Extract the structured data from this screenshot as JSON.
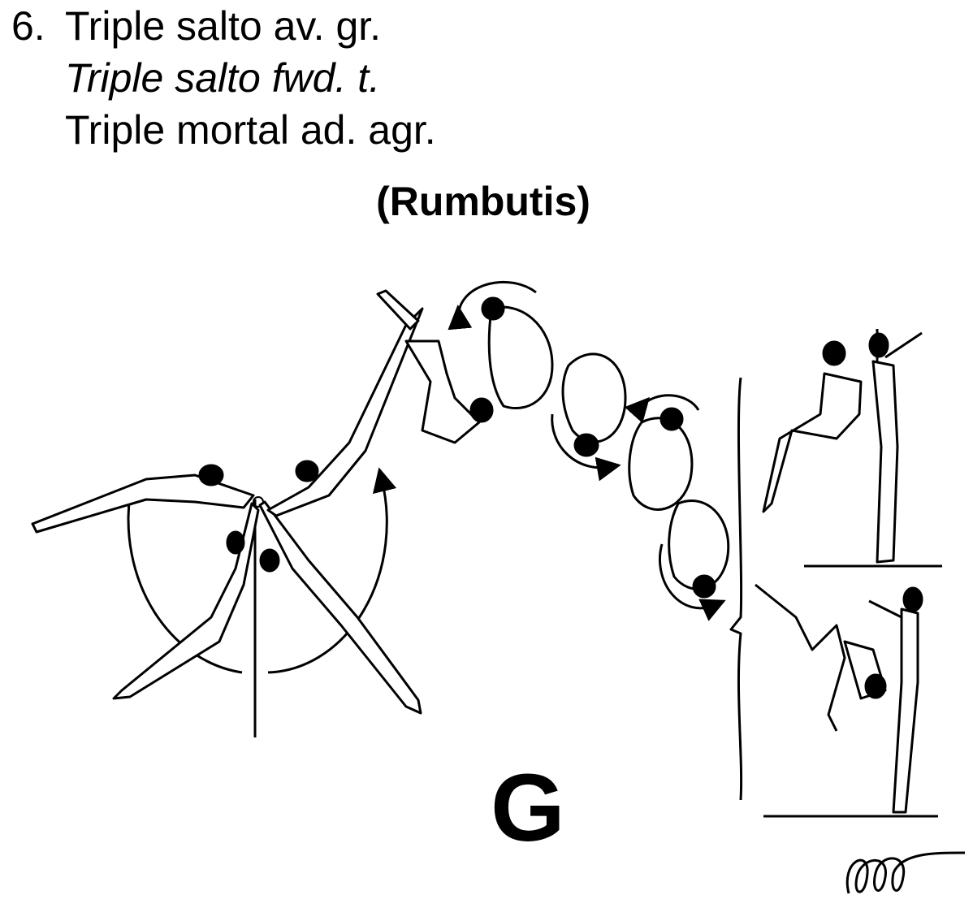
{
  "element": {
    "number": "6.",
    "name_fr": "Triple salto av. gr.",
    "name_en": "Triple salto fwd. t.",
    "name_es": "Triple mortal ad. agr.",
    "gymnast": "(Rumbutis)",
    "value": "G"
  },
  "figure": {
    "icons": [
      "giant-swing-figures",
      "triple-salto-tucked-figures",
      "landing-figures",
      "twist-loop-symbol"
    ],
    "stroke_color": "#000000"
  }
}
